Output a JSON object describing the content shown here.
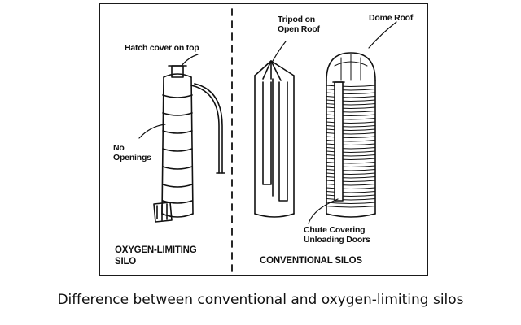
{
  "figure": {
    "labels": {
      "hatch_cover": "Hatch cover on top",
      "no_openings_line1": "No",
      "no_openings_line2": "Openings",
      "tripod_line1": "Tripod on",
      "tripod_line2": "Open Roof",
      "dome_roof": "Dome Roof",
      "chute_line1": "Chute Covering",
      "chute_line2": "Unloading Doors",
      "oxygen_limiting_line1": "OXYGEN-LIMITING",
      "oxygen_limiting_line2": "SILO",
      "conventional": "CONVENTIONAL SILOS"
    }
  },
  "caption": "Difference between conventional and oxygen-limiting silos"
}
